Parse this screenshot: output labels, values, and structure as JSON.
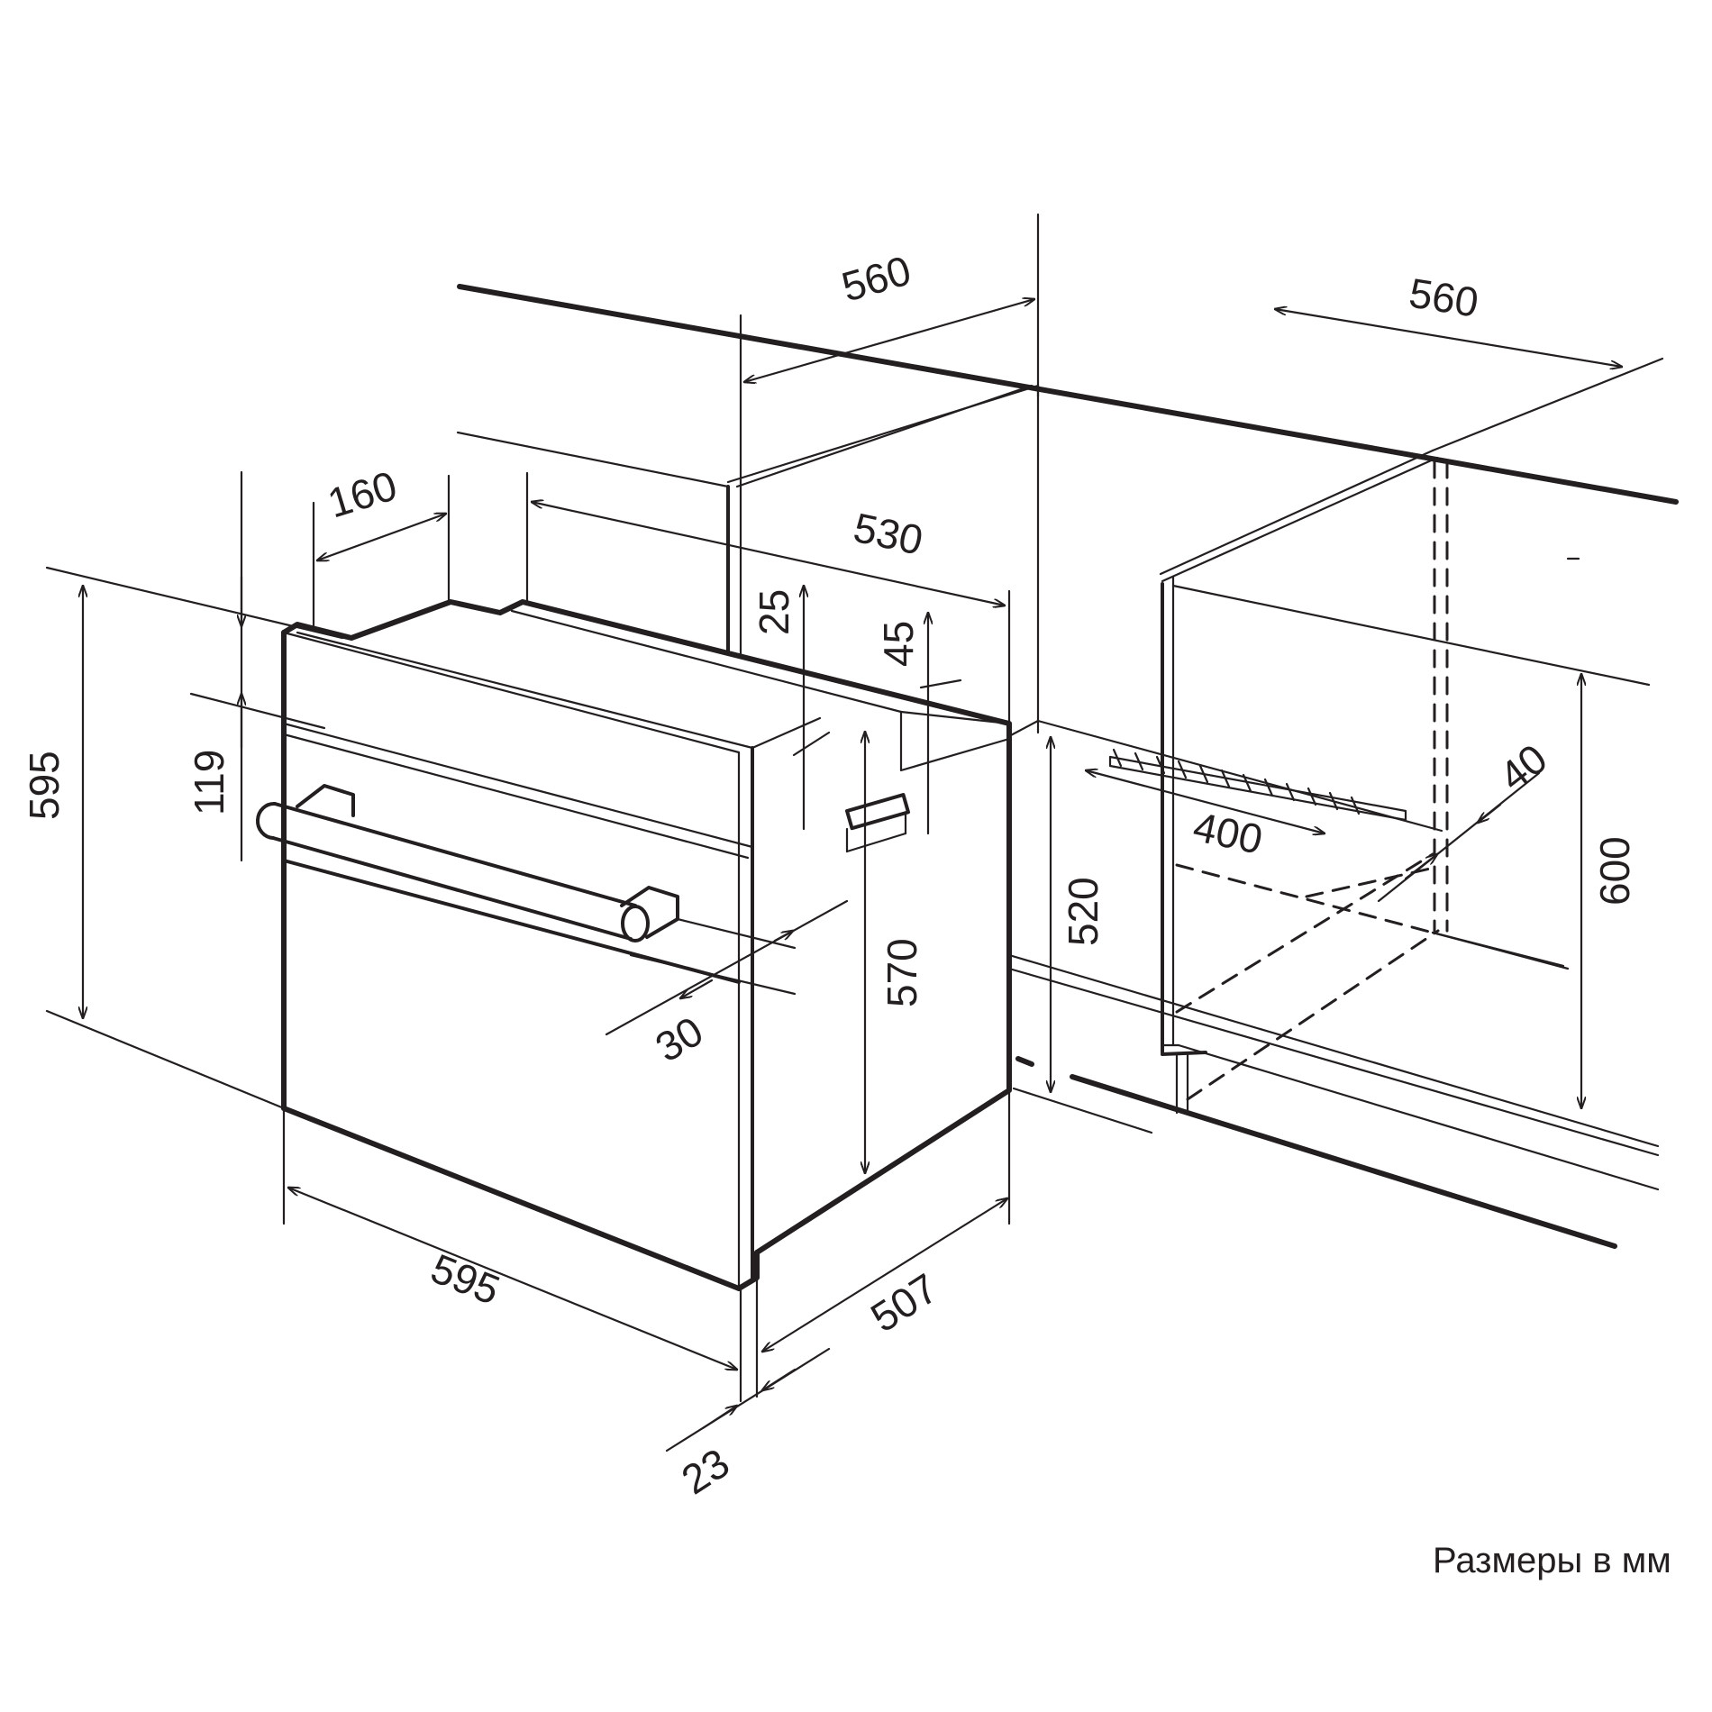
{
  "colors": {
    "ink": "#231f20",
    "background": "#ffffff"
  },
  "dimensions": {
    "d560_top": "560",
    "d560_right": "560",
    "d160": "160",
    "d530": "530",
    "d25": "25",
    "d45": "45",
    "d595_height": "595",
    "d119": "119",
    "d570": "570",
    "d520": "520",
    "d30": "30",
    "d595_width": "595",
    "d507": "507",
    "d23": "23",
    "d400": "400",
    "d40": "40",
    "d600": "600"
  },
  "note": "Размеры в мм"
}
